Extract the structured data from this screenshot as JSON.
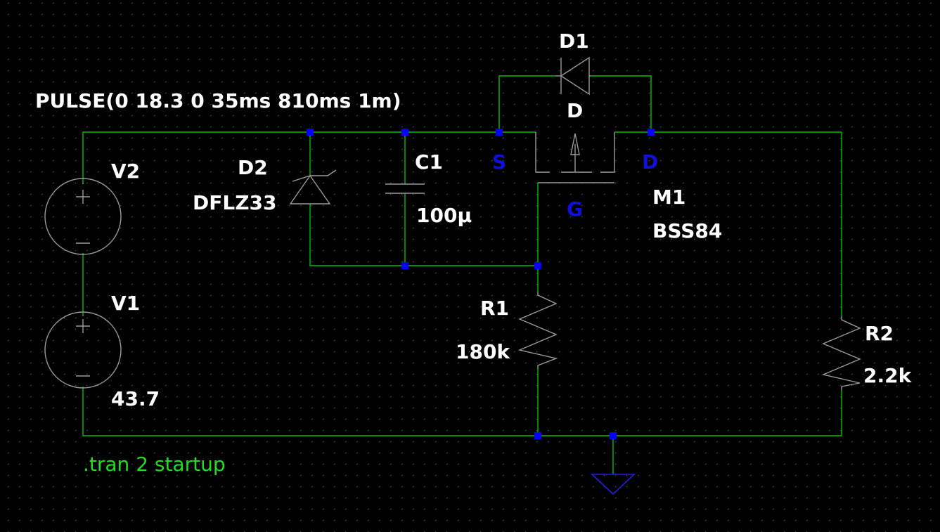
{
  "colors": {
    "background": "#000000",
    "wire": "#00c000",
    "symbol": "#9a9a9a",
    "junction": "#0000ff",
    "pin_label": "#1010d8",
    "text": "#ffffff",
    "directive": "#22dd22"
  },
  "components": {
    "v2": {
      "name": "V2",
      "value": "PULSE(0 18.3 0 35ms 810ms 1m)"
    },
    "v1": {
      "name": "V1",
      "value": "43.7"
    },
    "d2": {
      "name": "D2",
      "model": "DFLZ33"
    },
    "c1": {
      "name": "C1",
      "value": "100µ"
    },
    "d1": {
      "name": "D1",
      "model": "D"
    },
    "m1": {
      "name": "M1",
      "model": "BSS84",
      "pins": {
        "source": "S",
        "drain": "D",
        "gate": "G"
      }
    },
    "r1": {
      "name": "R1",
      "value": "180k"
    },
    "r2": {
      "name": "R2",
      "value": "2.2k"
    }
  },
  "directive": ".tran 2 startup",
  "icons": [
    "ground-icon",
    "voltage-source-icon",
    "zener-diode-icon",
    "capacitor-icon",
    "diode-icon",
    "pmos-icon",
    "resistor-icon"
  ]
}
